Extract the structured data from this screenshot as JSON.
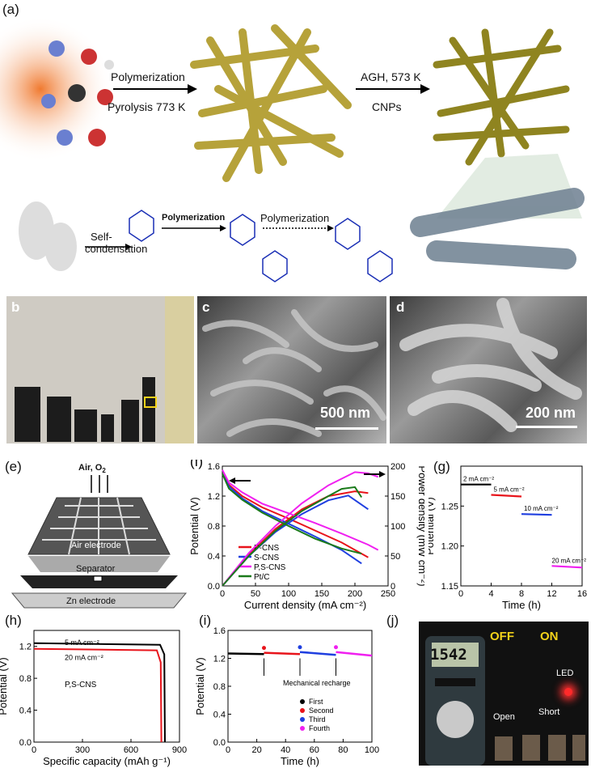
{
  "panel_a": {
    "label": "(a)",
    "step1_top": "Polymerization",
    "step1_bottom": "Pyrolysis 773 K",
    "step2_top": "AGH, 573 K",
    "step2_bottom": "CNPs",
    "self_condensation_line1": "Self-",
    "self_condensation_line2": "condensation",
    "polymerization_bold": "Polymerization",
    "polymerization_right": "Polymerization"
  },
  "panel_b": {
    "label": "b"
  },
  "panel_c": {
    "label": "c",
    "scale": "500 nm"
  },
  "panel_d": {
    "label": "d",
    "scale": "200 nm"
  },
  "panel_e": {
    "label": "(e)",
    "air": "Air, O",
    "air_sub": "2",
    "air_electrode": "Air electrode",
    "separator": "Separator",
    "zn_electrode": "Zn electrode"
  },
  "panel_g": {
    "label": "(g)"
  },
  "panel_h": {
    "label": "(h)"
  },
  "panel_i": {
    "label": "(i)"
  },
  "panel_j": {
    "label": "(j)",
    "meter": "1542",
    "off": "OFF",
    "on": "ON",
    "open": "Open",
    "short": "Short",
    "led": "LED"
  },
  "chart_data": [
    {
      "panel": "(f)",
      "type": "line",
      "xlabel": "Current density (mA cm⁻²)",
      "ylabel": "Potential (V)",
      "y2label": "Power density (mW cm⁻²)",
      "xlim": [
        0,
        250
      ],
      "ylim": [
        0,
        1.6
      ],
      "y2lim": [
        0,
        200
      ],
      "xticks": [
        "0",
        "50",
        "100",
        "150",
        "200",
        "250"
      ],
      "yticks": [
        "0.0",
        "0.4",
        "0.8",
        "1.2",
        "1.6"
      ],
      "y2ticks": [
        "0",
        "50",
        "100",
        "150",
        "200"
      ],
      "colors": [
        "#e8141b",
        "#1f3fe0",
        "#f020f0",
        "#1a7a1a"
      ],
      "series": [
        {
          "name": "P-CNS",
          "potential_x": [
            0,
            10,
            30,
            60,
            100,
            140,
            180,
            220
          ],
          "potential_y": [
            1.5,
            1.35,
            1.2,
            1.05,
            0.9,
            0.74,
            0.58,
            0.38
          ],
          "power_x": [
            0,
            40,
            80,
            120,
            160,
            200,
            220
          ],
          "power_y": [
            0,
            52,
            95,
            128,
            150,
            158,
            155
          ]
        },
        {
          "name": "S-CNS",
          "potential_x": [
            0,
            10,
            30,
            60,
            100,
            140,
            180,
            210
          ],
          "potential_y": [
            1.5,
            1.33,
            1.17,
            1.0,
            0.83,
            0.66,
            0.48,
            0.3
          ],
          "power_x": [
            0,
            40,
            80,
            120,
            160,
            190,
            220
          ],
          "power_y": [
            0,
            50,
            90,
            120,
            143,
            151,
            128
          ]
        },
        {
          "name": "P,S-CNS",
          "potential_x": [
            0,
            10,
            30,
            60,
            100,
            140,
            180,
            220,
            235
          ],
          "potential_y": [
            1.55,
            1.38,
            1.25,
            1.1,
            0.97,
            0.84,
            0.7,
            0.55,
            0.48
          ],
          "power_x": [
            0,
            40,
            80,
            120,
            160,
            200,
            220,
            235
          ],
          "power_y": [
            0,
            55,
            100,
            138,
            168,
            190,
            188,
            182
          ]
        },
        {
          "name": "Pt/C",
          "potential_x": [
            0,
            10,
            30,
            60,
            100,
            140,
            180,
            210
          ],
          "potential_y": [
            1.5,
            1.3,
            1.15,
            0.98,
            0.8,
            0.63,
            0.5,
            0.43
          ],
          "power_x": [
            0,
            40,
            80,
            120,
            160,
            180,
            200,
            210
          ],
          "power_y": [
            0,
            50,
            92,
            125,
            150,
            162,
            165,
            148
          ]
        }
      ]
    },
    {
      "panel": "(g)",
      "type": "line",
      "xlabel": "Time (h)",
      "ylabel": "Potential (V)",
      "xlim": [
        0,
        16
      ],
      "ylim": [
        1.15,
        1.3
      ],
      "xticks": [
        "0",
        "4",
        "8",
        "12",
        "16"
      ],
      "yticks": [
        "1.15",
        "1.20",
        "1.25"
      ],
      "series": [
        {
          "name": "2 mA cm⁻²",
          "color": "#000000",
          "x": [
            0,
            4
          ],
          "y": [
            1.277,
            1.277
          ]
        },
        {
          "name": "5 mA cm⁻²",
          "color": "#e8141b",
          "x": [
            4,
            8
          ],
          "y": [
            1.264,
            1.262
          ]
        },
        {
          "name": "10 mA cm⁻²",
          "color": "#1f3fe0",
          "x": [
            8,
            12
          ],
          "y": [
            1.24,
            1.239
          ]
        },
        {
          "name": "20 mA cm⁻²",
          "color": "#f020f0",
          "x": [
            12,
            16
          ],
          "y": [
            1.175,
            1.173
          ]
        }
      ]
    },
    {
      "panel": "(h)",
      "type": "line",
      "xlabel": "Specific capacity (mAh g⁻¹)",
      "ylabel": "Potential (V)",
      "annotation": "P,S-CNS",
      "xlim": [
        0,
        900
      ],
      "ylim": [
        0,
        1.4
      ],
      "xticks": [
        "0",
        "300",
        "600",
        "900"
      ],
      "yticks": [
        "0.0",
        "0.4",
        "0.8",
        "1.2"
      ],
      "series": [
        {
          "name": "5 mA cm⁻²",
          "color": "#000000",
          "x": [
            0,
            780,
            806,
            810
          ],
          "y": [
            1.24,
            1.22,
            1.1,
            0
          ]
        },
        {
          "name": "20 mA cm⁻²",
          "color": "#e8141b",
          "x": [
            0,
            760,
            784,
            788
          ],
          "y": [
            1.17,
            1.15,
            1.0,
            0
          ]
        }
      ]
    },
    {
      "panel": "(i)",
      "type": "line",
      "xlabel": "Time (h)",
      "ylabel": "Potential (V)",
      "annotation": "Mechanical recharge",
      "xlim": [
        0,
        100
      ],
      "ylim": [
        0,
        1.6
      ],
      "xticks": [
        "0",
        "20",
        "40",
        "60",
        "80",
        "100"
      ],
      "yticks": [
        "0.0",
        "0.4",
        "0.8",
        "1.2",
        "1.6"
      ],
      "series": [
        {
          "name": "First",
          "color": "#000000",
          "x": [
            0,
            25
          ],
          "y": [
            1.27,
            1.26
          ]
        },
        {
          "name": "Second",
          "color": "#e8141b",
          "x": [
            25,
            50
          ],
          "y": [
            1.28,
            1.26
          ]
        },
        {
          "name": "Third",
          "color": "#1f3fe0",
          "x": [
            50,
            75
          ],
          "y": [
            1.29,
            1.25
          ]
        },
        {
          "name": "Fourth",
          "color": "#f020f0",
          "x": [
            75,
            100
          ],
          "y": [
            1.29,
            1.24
          ]
        }
      ]
    }
  ]
}
